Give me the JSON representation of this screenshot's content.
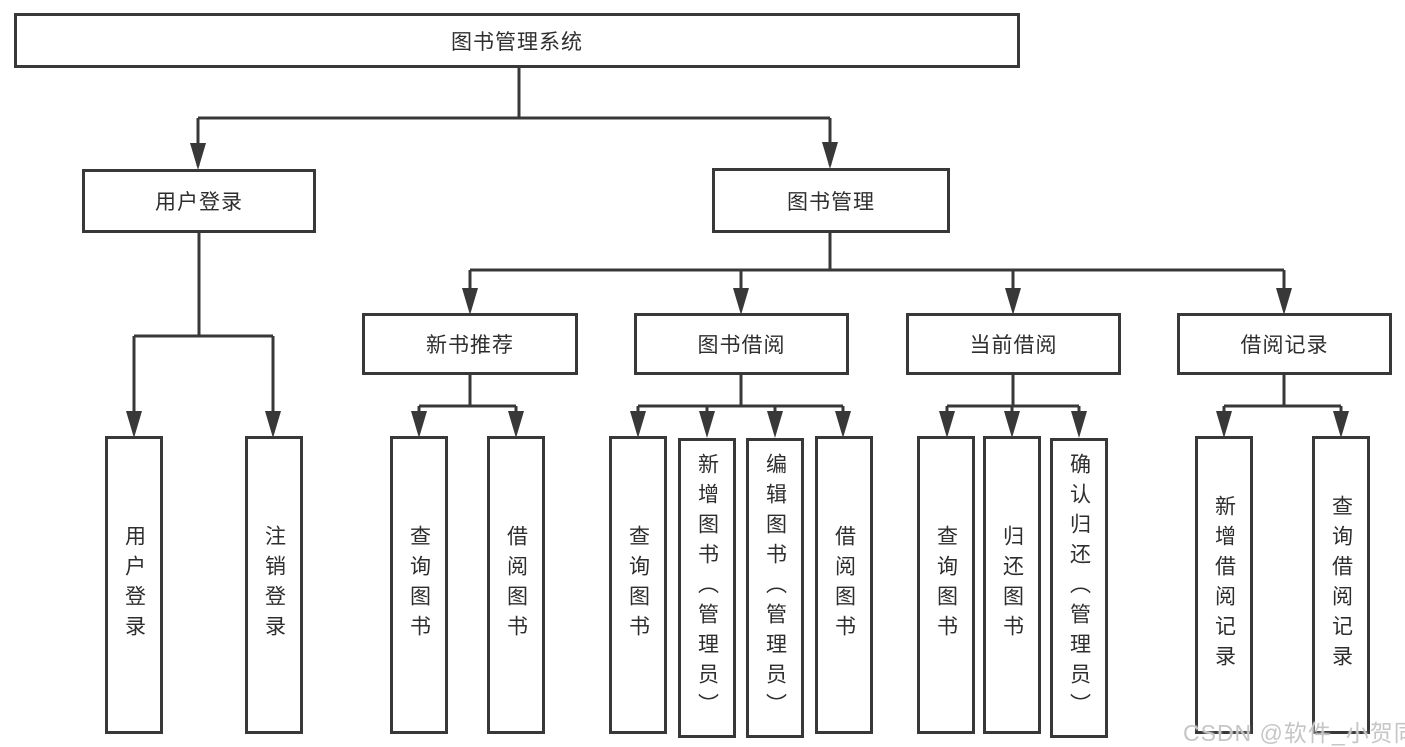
{
  "nodes": {
    "root": {
      "label": "图书管理系统"
    },
    "level2": [
      {
        "label": "用户登录"
      },
      {
        "label": "图书管理"
      }
    ],
    "level3": [
      {
        "label": "新书推荐"
      },
      {
        "label": "图书借阅"
      },
      {
        "label": "当前借阅"
      },
      {
        "label": "借阅记录"
      }
    ],
    "leaves": [
      {
        "label": "用户登录"
      },
      {
        "label": "注销登录"
      },
      {
        "label": "查询图书"
      },
      {
        "label": "借阅图书"
      },
      {
        "label": "查询图书"
      },
      {
        "label": "新增图书（管理员）"
      },
      {
        "label": "编辑图书（管理员）"
      },
      {
        "label": "借阅图书"
      },
      {
        "label": "查询图书"
      },
      {
        "label": "归还图书"
      },
      {
        "label": "确认归还（管理员）"
      },
      {
        "label": "新增借阅记录"
      },
      {
        "label": "查询借阅记录"
      }
    ]
  },
  "watermark": {
    "text": "CSDN @软件_小贺同学"
  },
  "colors": {
    "line": "#383838",
    "box_border": "#383838",
    "text": "#2e2e2e",
    "watermark": "#c6c6c6",
    "background": "#ffffff"
  }
}
